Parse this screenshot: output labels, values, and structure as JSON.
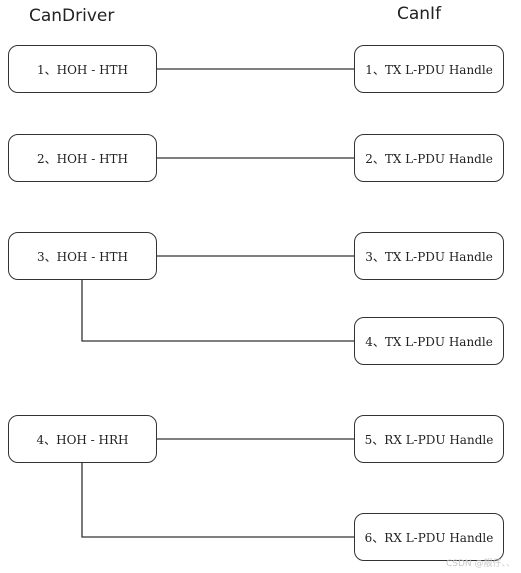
{
  "headers": {
    "left": "CanDriver",
    "right": "CanIf"
  },
  "driver_boxes": [
    "1、HOH - HTH",
    "2、HOH - HTH",
    "3、HOH - HTH",
    "4、HOH - HRH"
  ],
  "canif_boxes": [
    "1、TX L-PDU Handle",
    "2、TX L-PDU Handle",
    "3、TX L-PDU Handle",
    "4、TX L-PDU Handle",
    "5、RX L-PDU Handle",
    "6、RX L-PDU Handle"
  ],
  "watermark": "CSDN @靓仔、、",
  "line_color": "#333333"
}
